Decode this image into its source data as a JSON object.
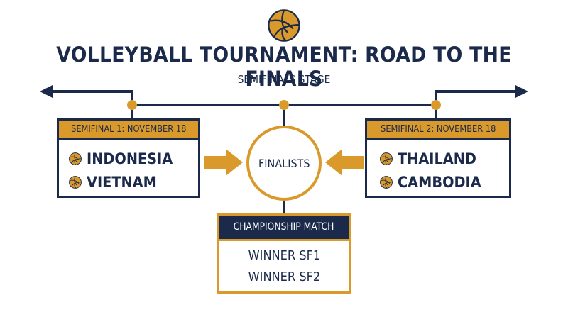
{
  "header": {
    "logo_icon": "volleyball-icon",
    "title": "VOLLEYBALL TOURNAMENT: ROAD TO THE FINALS",
    "subtitle": "SEMIFINALS STAGE"
  },
  "colors": {
    "navy": "#1b2a4a",
    "gold": "#d99a2b",
    "background": "#ffffff"
  },
  "semifinals": [
    {
      "label": "SEMIFINAL 1: NOVEMBER 18",
      "teams": [
        "INDONESIA",
        "VIETNAM"
      ],
      "team_icon": "volleyball-icon"
    },
    {
      "label": "SEMIFINAL 2: NOVEMBER 18",
      "teams": [
        "THAILAND",
        "CAMBODIA"
      ],
      "team_icon": "volleyball-icon"
    }
  ],
  "finalists": {
    "label": "FINALISTS"
  },
  "championship": {
    "label": "CHAMPIONSHIP MATCH",
    "entries": [
      "WINNER SF1",
      "WINNER SF2"
    ]
  }
}
